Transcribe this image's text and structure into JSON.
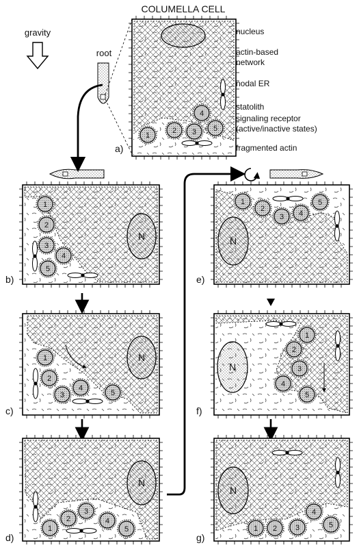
{
  "title": "COLUMELLA CELL",
  "gravity_label": "gravity",
  "root_label": "root",
  "callouts": {
    "nucleus": "nucleus",
    "actin_network_line1": "actin-based",
    "actin_network_line2": "network",
    "nodal_er": "nodal ER",
    "statolith": "statolith",
    "receptor_line1": "signaling receptor",
    "receptor_line2": "(active/inactive states)",
    "fragmented_actin": "fragmented actin"
  },
  "panels": [
    {
      "id": "a",
      "label": "a)",
      "nucleus_label": ""
    },
    {
      "id": "b",
      "label": "b)",
      "nucleus_label": "N"
    },
    {
      "id": "c",
      "label": "c)",
      "nucleus_label": "N"
    },
    {
      "id": "d",
      "label": "d)",
      "nucleus_label": "N"
    },
    {
      "id": "e",
      "label": "e)",
      "nucleus_label": "N"
    },
    {
      "id": "f",
      "label": "f)",
      "nucleus_label": "N"
    },
    {
      "id": "g",
      "label": "g)",
      "nucleus_label": "N"
    }
  ],
  "statolith_numbers": [
    "1",
    "2",
    "3",
    "4",
    "5"
  ]
}
